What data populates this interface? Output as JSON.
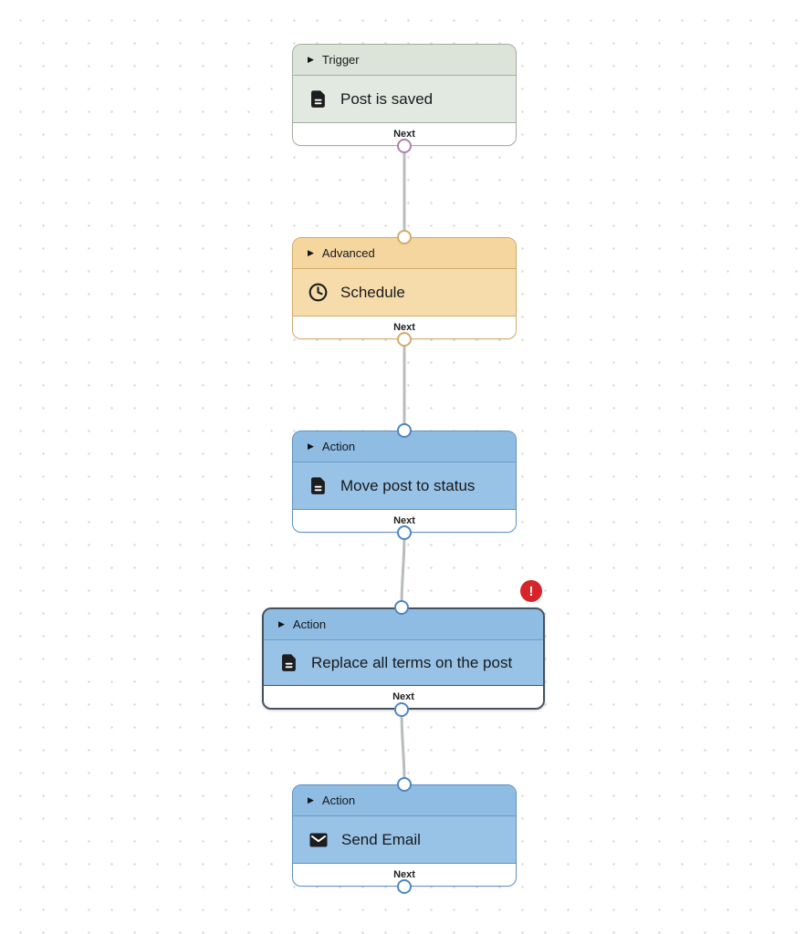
{
  "canvas": {
    "background_color": "#ffffff",
    "dot_color": "#d8d8d8"
  },
  "colors": {
    "trigger_header": "#dce4d9",
    "trigger_body": "#e2e9e0",
    "trigger_border": "#a4aea1",
    "trigger_port": "#ae82ab",
    "advanced_header": "#f5d69f",
    "advanced_body": "#f7dcab",
    "advanced_border": "#d2ab69",
    "advanced_port": "#d2ab69",
    "action_header": "#8fbce2",
    "action_body": "#98c3e7",
    "action_border": "#6191c1",
    "action_port": "#4e86c3",
    "selected_border": "#47525c",
    "edge": "#b9bcbe",
    "footer_background": "#ffffff",
    "error_badge": "#d7232a"
  },
  "nodes": [
    {
      "category": "Trigger",
      "label": "Post is saved",
      "icon": "document-icon",
      "footer_label": "Next",
      "theme": "trigger",
      "selected": false
    },
    {
      "category": "Advanced",
      "label": "Schedule",
      "icon": "clock-icon",
      "footer_label": "Next",
      "theme": "advanced",
      "selected": false
    },
    {
      "category": "Action",
      "label": "Move post to status",
      "icon": "document-icon",
      "footer_label": "Next",
      "theme": "action",
      "selected": false
    },
    {
      "category": "Action",
      "label": "Replace all terms on the post",
      "icon": "document-icon",
      "footer_label": "Next",
      "theme": "action",
      "selected": true,
      "error_badge": "!"
    },
    {
      "category": "Action",
      "label": "Send Email",
      "icon": "email-icon",
      "footer_label": "Next",
      "theme": "action",
      "selected": false
    }
  ]
}
